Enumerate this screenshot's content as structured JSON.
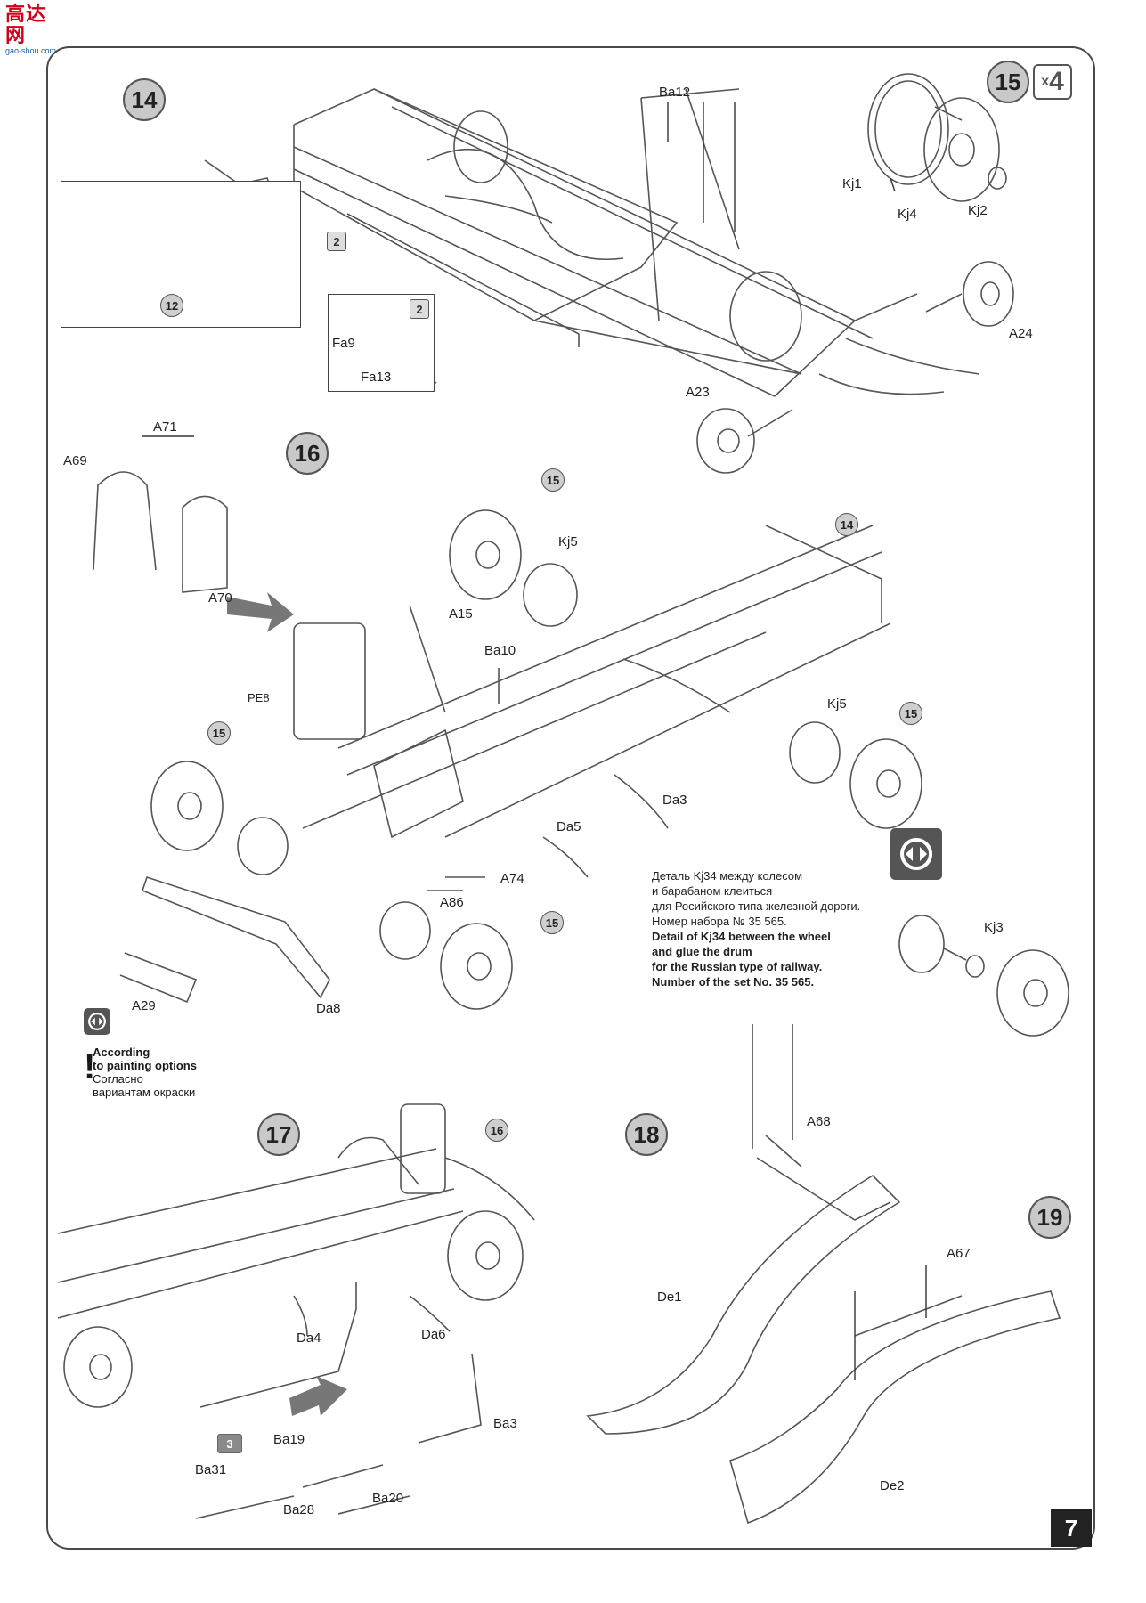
{
  "site_logo": {
    "main": "高达网",
    "sub": "gao-shou.com"
  },
  "steps": {
    "s14": "14",
    "s15": "15",
    "s16": "16",
    "s17": "17",
    "s18": "18",
    "s19": "19"
  },
  "multiplier": {
    "x": "x",
    "count": "4"
  },
  "refs": {
    "r12": "12",
    "r15a": "15",
    "r15b": "15",
    "r15c": "15",
    "r15d": "15",
    "r14": "14",
    "r16": "16"
  },
  "qty": {
    "q2a": "2",
    "q2b": "2",
    "q3": "3"
  },
  "labels": {
    "Ba12": "Ba12",
    "Kj1": "Kj1",
    "Kj4": "Kj4",
    "Kj2": "Kj2",
    "A24": "A24",
    "A23": "A23",
    "Fa9": "Fa9",
    "Fa13": "Fa13",
    "A71": "A71",
    "A69": "A69",
    "A70": "A70",
    "PE8": "PE8",
    "A15": "A15",
    "Ba10": "Ba10",
    "Kj5a": "Kj5",
    "Kj5b": "Kj5",
    "Da3": "Da3",
    "Da5": "Da5",
    "A74": "A74",
    "A86": "A86",
    "A29": "A29",
    "Da8": "Da8",
    "Kj3": "Kj3",
    "A68": "A68",
    "De1": "De1",
    "A67": "A67",
    "De2": "De2",
    "Da4": "Da4",
    "Da6": "Da6",
    "Ba3": "Ba3",
    "Ba19": "Ba19",
    "Ba31": "Ba31",
    "Ba20": "Ba20",
    "Ba28": "Ba28"
  },
  "note": {
    "ru1": "Деталь Kj34 между колесом",
    "ru2": "и барабаном клеиться",
    "ru3": "для Росийского типа  железной дороги.",
    "ru4": "Номер набора № 35 565.",
    "en1": "Detail of Kj34 between the wheel",
    "en2": "and glue the drum",
    "en3": "for the Russian type of railway.",
    "en4": "Number of the set No. 35 565."
  },
  "painting": {
    "en1": "According",
    "en2": "to painting options",
    "ru1": "Согласно",
    "ru2": "вариантам окраски"
  },
  "page_number": "7"
}
